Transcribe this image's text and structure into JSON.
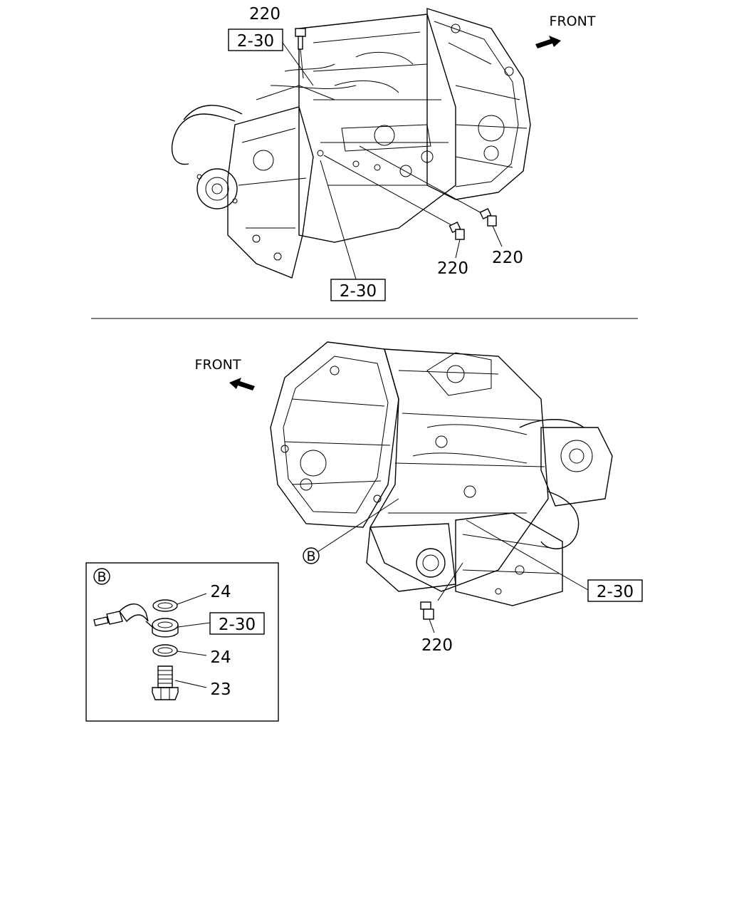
{
  "diagram": {
    "top_view": {
      "front_label": "FRONT",
      "callouts": [
        {
          "id": "bolt-top",
          "text": "220"
        },
        {
          "id": "ref-top",
          "text": "2-30"
        },
        {
          "id": "bolt-mid-left",
          "text": "220"
        },
        {
          "id": "bolt-mid-right",
          "text": "220"
        },
        {
          "id": "ref-bottom",
          "text": "2-30"
        }
      ]
    },
    "bottom_view": {
      "front_label": "FRONT",
      "detail_marker": "B",
      "callouts": [
        {
          "id": "ref-right",
          "text": "2-30"
        },
        {
          "id": "bolt-bottom",
          "text": "220"
        }
      ]
    },
    "detail_b": {
      "marker": "B",
      "callouts": [
        {
          "id": "washer-upper",
          "text": "24"
        },
        {
          "id": "ref",
          "text": "2-30"
        },
        {
          "id": "washer-lower",
          "text": "24"
        },
        {
          "id": "bolt",
          "text": "23"
        }
      ]
    }
  }
}
